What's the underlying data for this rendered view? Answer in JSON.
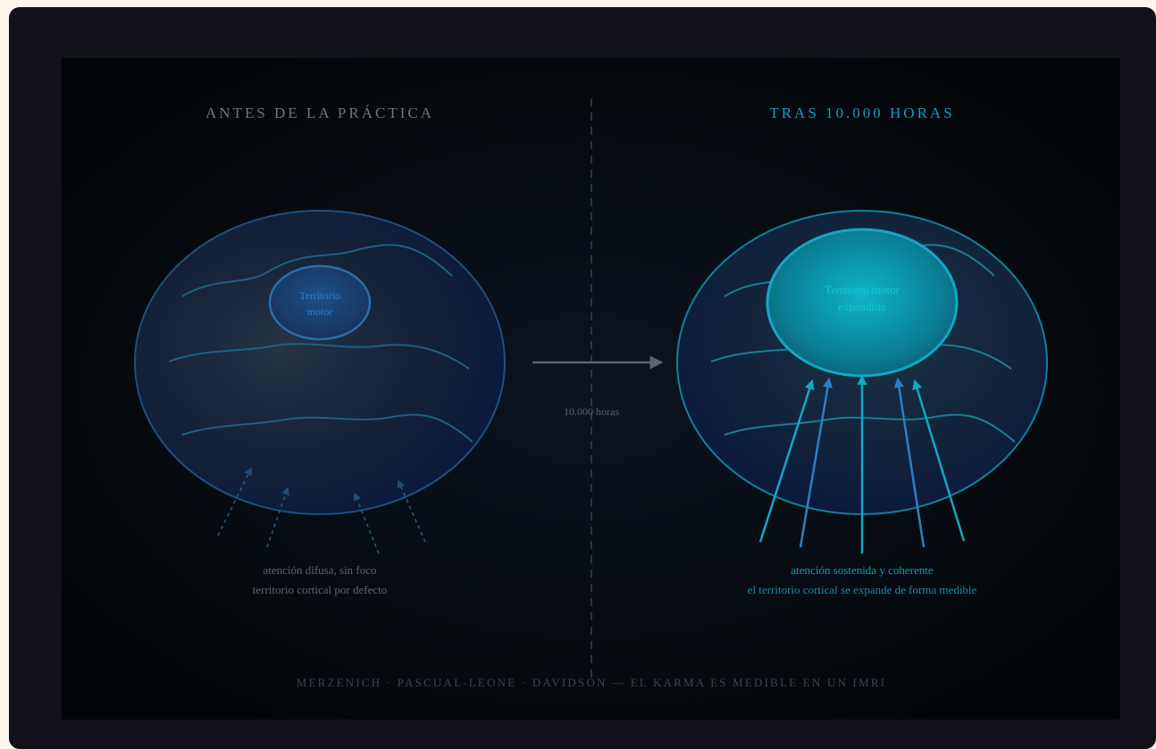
{
  "left": {
    "heading": "ANTES DE LA PRÁCTICA",
    "region_label_line1": "Territorio",
    "region_label_line2": "motor",
    "caption_line1": "atención difusa, sin foco",
    "caption_line2": "territorio cortical por defecto"
  },
  "right": {
    "heading": "TRAS 10.000 HORAS",
    "region_label_line1": "Territorio motor",
    "region_label_line2": "expandido",
    "caption_line1": "atención sostenida y coherente",
    "caption_line2": "el territorio cortical se expande de forma medible"
  },
  "transition_label": "10.000 horas",
  "footer": "MERZENICH · PASCUAL-LEONE · DAVIDSON — EL KARMA ES MEDIBLE EN UN fMRI",
  "colors": {
    "frame": "#11111a",
    "panel": "#030608",
    "left_accent": "#2b6fa8",
    "right_accent": "#13a8c4",
    "muted_text": "#5a6470"
  }
}
